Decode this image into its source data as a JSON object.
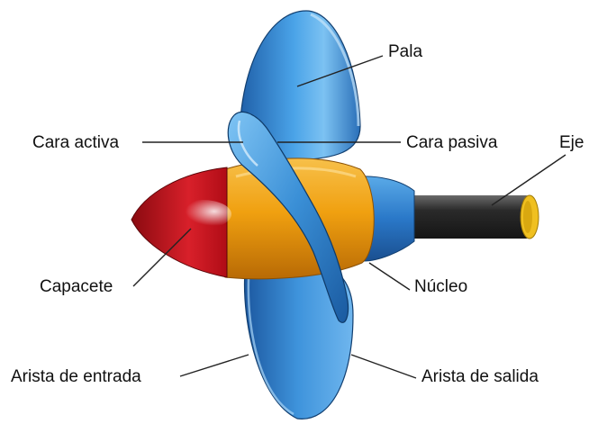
{
  "labels": {
    "pala": "Pala",
    "cara_activa": "Cara activa",
    "cara_pasiva": "Cara pasiva",
    "eje": "Eje",
    "capacete": "Capacete",
    "nucleo": "Núcleo",
    "arista_entrada": "Arista de entrada",
    "arista_salida": "Arista de salida"
  },
  "colors": {
    "blade": "#3a8fd6",
    "hub": "#f0a010",
    "cap": "#c8101a",
    "shaft": "#3a3a3a",
    "shaft_end": "#f0c020",
    "leader": "#222222"
  }
}
